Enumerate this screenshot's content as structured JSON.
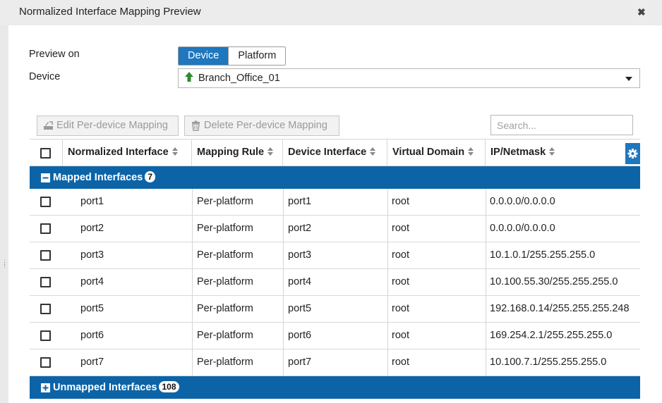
{
  "dialog": {
    "title": "Normalized Interface Mapping Preview"
  },
  "form": {
    "preview_on_label": "Preview on",
    "preview_options": [
      "Device",
      "Platform"
    ],
    "device_label": "Device",
    "device_value": "Branch_Office_01"
  },
  "toolbar": {
    "edit_label": "Edit Per-device Mapping",
    "delete_label": "Delete Per-device Mapping",
    "search_placeholder": "Search..."
  },
  "columns": [
    "Normalized Interface",
    "Mapping Rule",
    "Device Interface",
    "Virtual Domain",
    "IP/Netmask"
  ],
  "mapped_group": {
    "label": "Mapped Interfaces",
    "count": "7",
    "rows": [
      {
        "normalized": "port1",
        "rule": "Per-platform",
        "device_if": "port1",
        "vdom": "root",
        "ip": "0.0.0.0/0.0.0.0"
      },
      {
        "normalized": "port2",
        "rule": "Per-platform",
        "device_if": "port2",
        "vdom": "root",
        "ip": "0.0.0.0/0.0.0.0"
      },
      {
        "normalized": "port3",
        "rule": "Per-platform",
        "device_if": "port3",
        "vdom": "root",
        "ip": "10.1.0.1/255.255.255.0"
      },
      {
        "normalized": "port4",
        "rule": "Per-platform",
        "device_if": "port4",
        "vdom": "root",
        "ip": "10.100.55.30/255.255.255.0"
      },
      {
        "normalized": "port5",
        "rule": "Per-platform",
        "device_if": "port5",
        "vdom": "root",
        "ip": "192.168.0.14/255.255.255.248"
      },
      {
        "normalized": "port6",
        "rule": "Per-platform",
        "device_if": "port6",
        "vdom": "root",
        "ip": "169.254.2.1/255.255.255.0"
      },
      {
        "normalized": "port7",
        "rule": "Per-platform",
        "device_if": "port7",
        "vdom": "root",
        "ip": "10.100.7.1/255.255.255.0"
      }
    ]
  },
  "unmapped_group": {
    "label": "Unmapped Interfaces",
    "count": "108"
  },
  "colors": {
    "accent": "#1f77be",
    "group_bar": "#0c64a7",
    "device_arrow": "#2e8b2e"
  },
  "icons": [
    "close-icon",
    "up-arrow-icon",
    "dropdown-caret-icon",
    "edit-mapping-icon",
    "trash-icon",
    "sort-icon",
    "gear-icon",
    "collapse-icon",
    "expand-icon"
  ]
}
